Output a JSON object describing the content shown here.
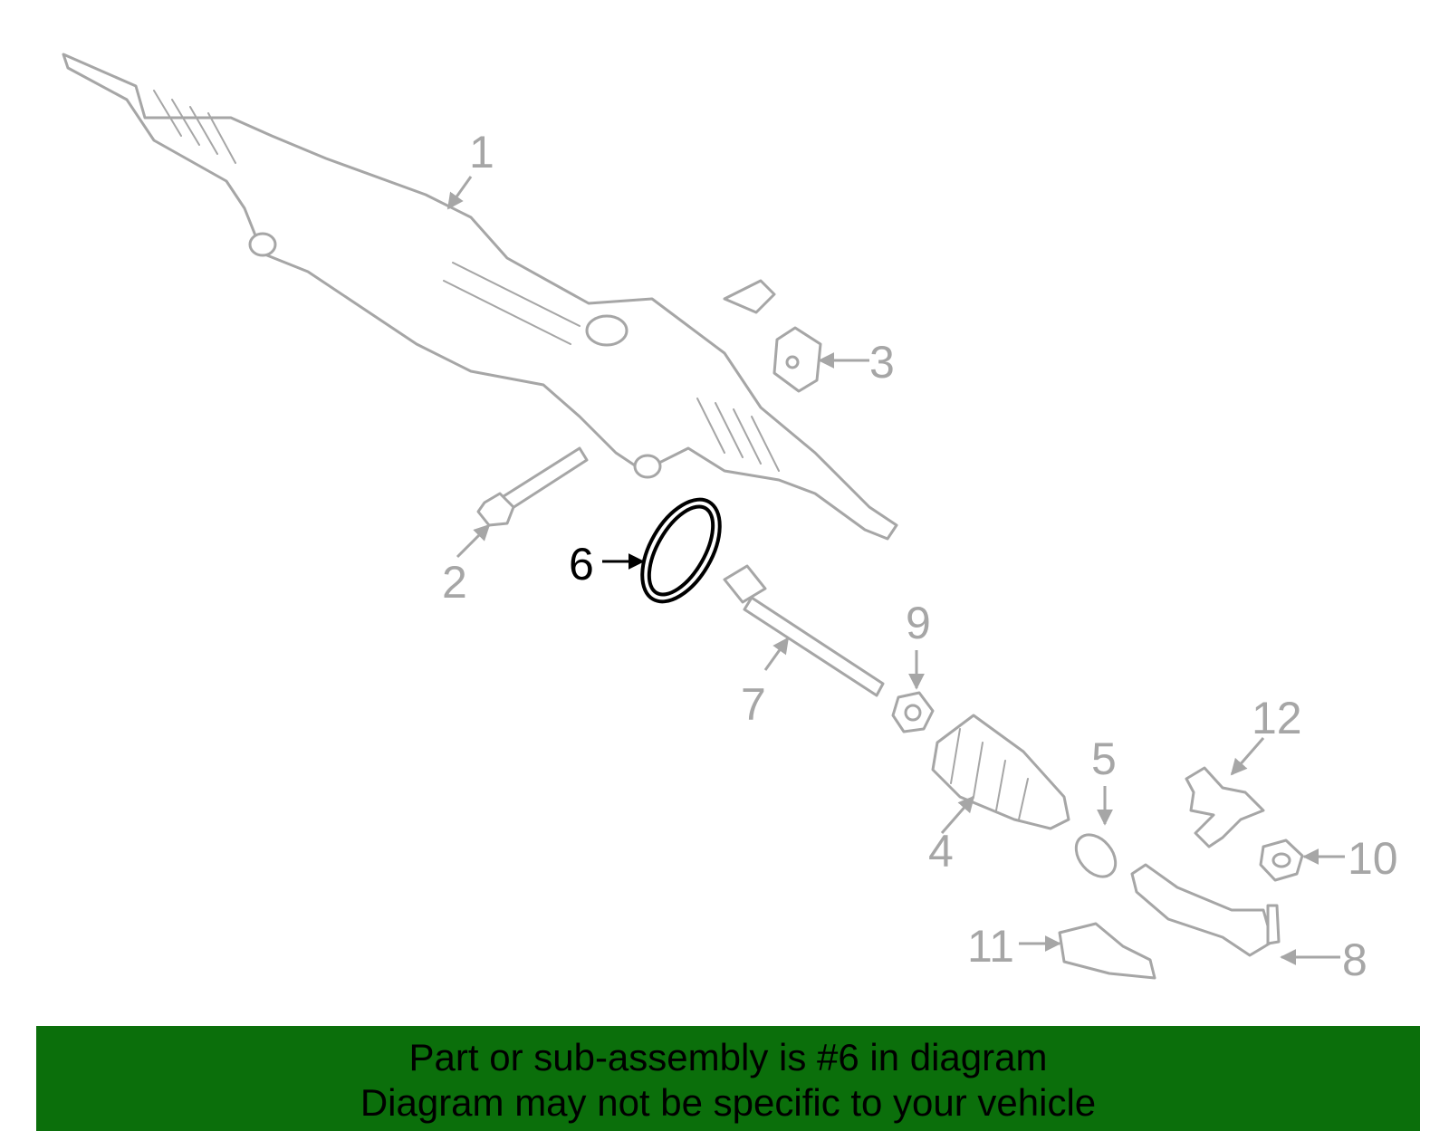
{
  "diagram": {
    "callouts": {
      "c1": "1",
      "c2": "2",
      "c3": "3",
      "c4": "4",
      "c5": "5",
      "c6": "6",
      "c7": "7",
      "c8": "8",
      "c9": "9",
      "c10": "10",
      "c11": "11",
      "c12": "12"
    },
    "highlighted_part": "6",
    "colors": {
      "line_art": "#a6a6a6",
      "highlight": "#000000",
      "banner": "#0b6f0b"
    }
  },
  "banner": {
    "line1": "Part or sub-assembly is #6 in diagram",
    "line2": "Diagram may not be specific to your vehicle"
  }
}
